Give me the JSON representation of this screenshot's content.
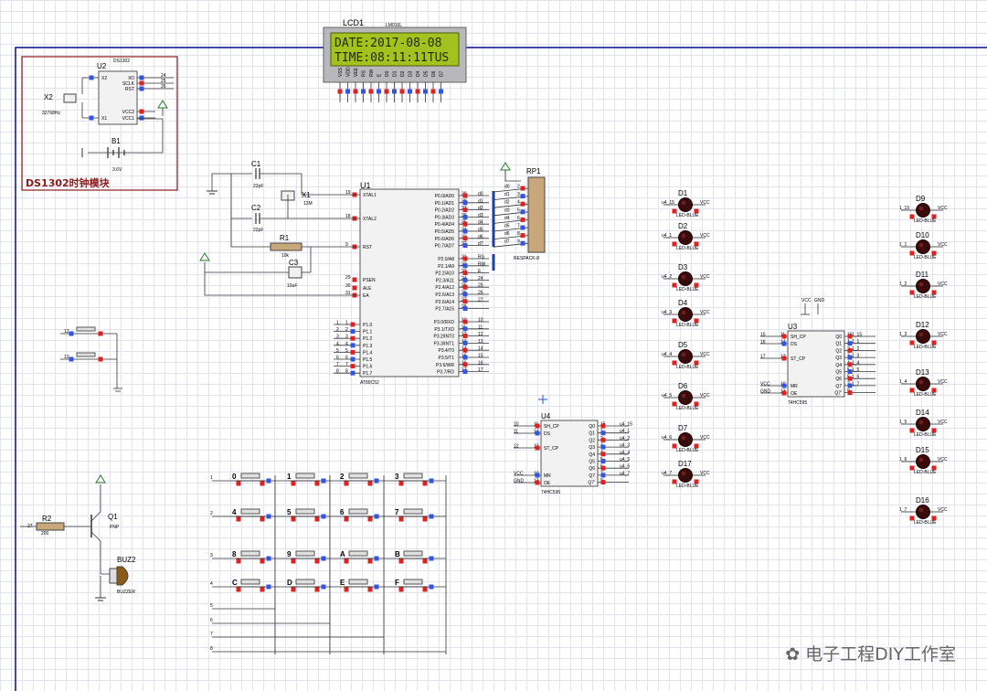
{
  "lcd": {
    "ref": "LCD1",
    "model": "LM016L",
    "line1": "DATE:2017-08-08",
    "line2": "TIME:08:11:11TUS",
    "pins": [
      "VSS",
      "VDD",
      "VEE",
      "RS",
      "RW",
      "E",
      "D0",
      "D1",
      "D2",
      "D3",
      "D4",
      "D5",
      "D6",
      "D7"
    ]
  },
  "ds1302": {
    "ref": "U2",
    "model": "DS1302",
    "pins_left": [
      "X2",
      "X1"
    ],
    "pins_right": [
      "I/O",
      "SCLK",
      "RST",
      "VCC2",
      "VCC1"
    ],
    "net_right": [
      "24",
      "25",
      "26"
    ],
    "crystal": {
      "ref": "X2",
      "value": "32768Hz"
    },
    "battery": {
      "ref": "B1",
      "value": "3.6V"
    },
    "module_title": "DS1302时钟模块"
  },
  "mcu": {
    "ref": "U1",
    "model": "AT89C52",
    "left_pins": [
      {
        "num": "19",
        "name": "XTAL1"
      },
      {
        "num": "18",
        "name": "XTAL2"
      },
      {
        "num": "9",
        "name": "RST"
      },
      {
        "num": "29",
        "name": "PSEN"
      },
      {
        "num": "30",
        "name": "ALE"
      },
      {
        "num": "31",
        "name": "EA"
      }
    ],
    "p1_pins": [
      "P1.0",
      "P1.1",
      "P1.2",
      "P1.3",
      "P1.4",
      "P1.5",
      "P1.6",
      "P1.7"
    ],
    "p1_nums": [
      "1",
      "2",
      "3",
      "4",
      "5",
      "6",
      "7",
      "8"
    ],
    "p0_pins": [
      "P0.0/AD0",
      "P0.1/AD1",
      "P0.2/AD2",
      "P0.3/AD3",
      "P0.4/AD4",
      "P0.5/AD5",
      "P0.6/AD6",
      "P0.7/AD7"
    ],
    "p0_nums": [
      "39",
      "38",
      "37",
      "36",
      "35",
      "34",
      "33",
      "32"
    ],
    "p0_nets": [
      "d0",
      "d1",
      "d2",
      "d3",
      "d4",
      "d5",
      "d6",
      "d7"
    ],
    "p2_pins": [
      "P2.0/A8",
      "P2.1/A9",
      "P2.2/A10",
      "P2.3/A11",
      "P2.4/A12",
      "P2.5/A13",
      "P2.6/A14",
      "P2.7/A15"
    ],
    "p2_nums": [
      "21",
      "22",
      "23",
      "24",
      "25",
      "26",
      "27",
      "28"
    ],
    "p2_nets": [
      "RS",
      "RW",
      "E",
      "24",
      "25",
      "26",
      "27",
      ""
    ],
    "p3_pins": [
      "P3.0/RXD",
      "P3.1/TXD",
      "P3.2/INT0",
      "P3.3/INT1",
      "P3.4/T0",
      "P3.5/T1",
      "P3.6/WR",
      "P3.7/RD"
    ],
    "p3_nums": [
      "10",
      "11",
      "12",
      "13",
      "14",
      "15",
      "16",
      "17"
    ],
    "p3_nets": [
      "10",
      "11",
      "12",
      "13",
      "14",
      "15",
      "16",
      "17"
    ]
  },
  "passives": {
    "c1": {
      "ref": "C1",
      "value": "22pF"
    },
    "c2": {
      "ref": "C2",
      "value": "22pF"
    },
    "x1": {
      "ref": "X1",
      "value": "12M"
    },
    "r1": {
      "ref": "R1",
      "value": "10k"
    },
    "c3": {
      "ref": "C3",
      "value": "10uF"
    },
    "rp1": {
      "ref": "RP1",
      "value": "RESPACK-8"
    }
  },
  "u4": {
    "ref": "U4",
    "model": "74HC595",
    "left": [
      "SH_CP",
      "DS",
      "ST_CP",
      "MR",
      "OE"
    ],
    "left_nets": [
      "10",
      "11",
      "12",
      "VCC",
      "GND"
    ],
    "left_nums": [
      "11",
      "14",
      "12",
      "10",
      "13"
    ],
    "right": [
      "Q0",
      "Q1",
      "Q2",
      "Q3",
      "Q4",
      "Q5",
      "Q6",
      "Q7",
      "Q7'"
    ],
    "right_nums": [
      "15",
      "1",
      "2",
      "3",
      "4",
      "5",
      "6",
      "7",
      "9"
    ],
    "right_nets": [
      "1_15",
      "1_1",
      "1_2",
      "1_3",
      "1_4",
      "1_5",
      "1_6",
      "1_7",
      ""
    ]
  },
  "u3": {
    "ref": "U3",
    "model": "74HC595",
    "left": [
      "SH_CP",
      "DS",
      "ST_CP",
      "MR",
      "OE"
    ],
    "left_nets": [
      "15",
      "16",
      "17",
      "VCC",
      "GND"
    ],
    "left_nums": [
      "11",
      "14",
      "12",
      "10",
      "13"
    ],
    "right": [
      "Q0",
      "Q1",
      "Q2",
      "Q3",
      "Q4",
      "Q5",
      "Q6",
      "Q7",
      "Q7'"
    ],
    "right_nums": [
      "15",
      "1",
      "2",
      "3",
      "4",
      "5",
      "6",
      "7",
      "9"
    ],
    "right_nets": [
      "1_15",
      "1_1",
      "1_2",
      "1_3",
      "1_4",
      "1_5",
      "1_6",
      "1_7",
      ""
    ]
  },
  "leds_left": [
    {
      "ref": "D1",
      "net": "u4_15"
    },
    {
      "ref": "D2",
      "net": "u4_1"
    },
    {
      "ref": "D3",
      "net": "u4_2"
    },
    {
      "ref": "D4",
      "net": "u4_3"
    },
    {
      "ref": "D5",
      "net": "u4_4"
    },
    {
      "ref": "D6",
      "net": "u4_5"
    },
    {
      "ref": "D7",
      "net": "u4_6"
    },
    {
      "ref": "D17",
      "net": "u4_7"
    }
  ],
  "leds_right": [
    {
      "ref": "D9",
      "net": "1_15"
    },
    {
      "ref": "D10",
      "net": "1_1"
    },
    {
      "ref": "D11",
      "net": "1_2"
    },
    {
      "ref": "D12",
      "net": "1_3"
    },
    {
      "ref": "D13",
      "net": "1_4"
    },
    {
      "ref": "D14",
      "net": "1_5"
    },
    {
      "ref": "D15",
      "net": "1_6"
    },
    {
      "ref": "D16",
      "net": "1_7"
    }
  ],
  "led_model": "LED-BLUE",
  "vcc_label": "VCC",
  "gnd_label": "GND",
  "keypad": {
    "keys": [
      "0",
      "1",
      "2",
      "3",
      "4",
      "5",
      "6",
      "7",
      "8",
      "9",
      "A",
      "B",
      "C",
      "D",
      "E",
      "F"
    ],
    "row_nets": [
      "1",
      "2",
      "3",
      "4"
    ],
    "col_nets": [
      "5",
      "6",
      "7",
      "8"
    ]
  },
  "buttons": {
    "nets": [
      "12",
      "13"
    ]
  },
  "buzzer": {
    "q1": {
      "ref": "Q1",
      "value": "PNP"
    },
    "r2": {
      "ref": "R2",
      "value": "200"
    },
    "net": "27",
    "buz": {
      "ref": "BUZ2",
      "value": "BUZZER"
    }
  },
  "watermark": "电子工程DIY工作室"
}
